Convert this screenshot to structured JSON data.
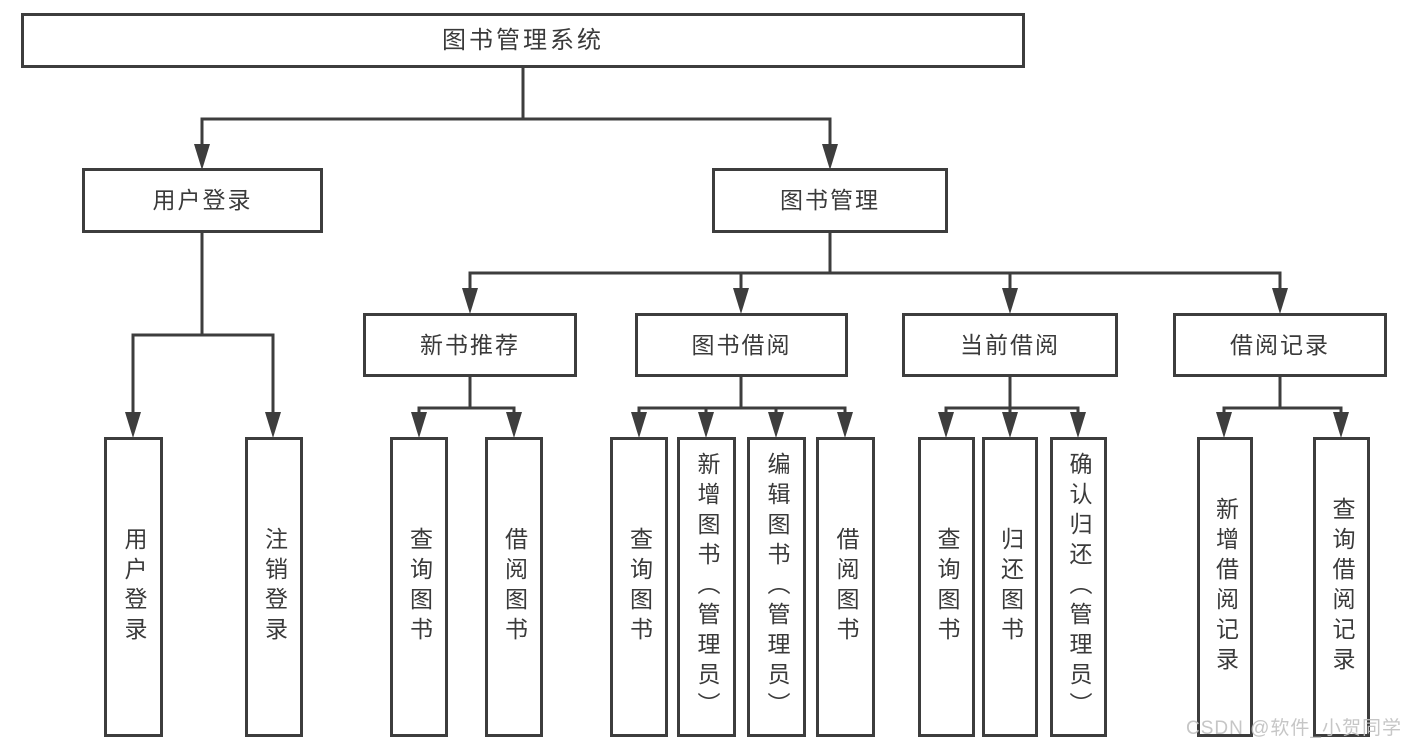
{
  "tree": {
    "root": {
      "label": "图书管理系统"
    },
    "branches": [
      {
        "label": "用户登录",
        "children": [
          {
            "label": "用户登录"
          },
          {
            "label": "注销登录"
          }
        ]
      },
      {
        "label": "图书管理",
        "children": [
          {
            "label": "新书推荐",
            "children": [
              {
                "label": "查询图书"
              },
              {
                "label": "借阅图书"
              }
            ]
          },
          {
            "label": "图书借阅",
            "children": [
              {
                "label": "查询图书"
              },
              {
                "label": "新增图书（管理员）"
              },
              {
                "label": "编辑图书（管理员）"
              },
              {
                "label": "借阅图书"
              }
            ]
          },
          {
            "label": "当前借阅",
            "children": [
              {
                "label": "查询图书"
              },
              {
                "label": "归还图书"
              },
              {
                "label": "确认归还（管理员）"
              }
            ]
          },
          {
            "label": "借阅记录",
            "children": [
              {
                "label": "新增借阅记录"
              },
              {
                "label": "查询借阅记录"
              }
            ]
          }
        ]
      }
    ]
  },
  "watermark": "CSDN @软件_小贺同学",
  "colors": {
    "line": "#3d3d3d",
    "text": "#3a3a3a",
    "watermark": "#c2c2c2",
    "background": "#ffffff"
  }
}
